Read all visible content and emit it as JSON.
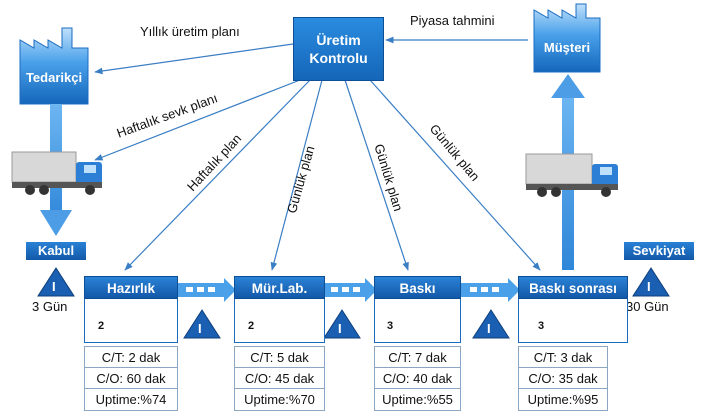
{
  "control": {
    "line1": "Üretim",
    "line2": "Kontrolu"
  },
  "supplier": {
    "label": "Tedarikçi"
  },
  "customer": {
    "label": "Müşteri"
  },
  "flows": {
    "annual_plan": "Yıllık üretim planı",
    "market_forecast": "Piyasa tahmini",
    "weekly_shipping_plan": "Haftalık sevk planı",
    "weekly_plan": "Haftalık plan",
    "daily_plan_1": "Günlük plan",
    "daily_plan_2": "Günlük plan",
    "daily_plan_3": "Günlük plan"
  },
  "receiving": {
    "label": "Kabul",
    "inventory_symbol": "I",
    "days": "3 Gün"
  },
  "shipping": {
    "label": "Sevkiyat",
    "inventory_symbol": "I",
    "days": "30 Gün"
  },
  "inventory_symbol": "I",
  "processes": [
    {
      "name": "Hazırlık",
      "operators": "2",
      "ct": "C/T: 2 dak",
      "co": "C/O: 60 dak",
      "uptime": "Uptime:%74"
    },
    {
      "name": "Mür.Lab.",
      "operators": "2",
      "ct": "C/T: 5 dak",
      "co": "C/O: 45 dak",
      "uptime": "Uptime:%70"
    },
    {
      "name": "Baskı",
      "operators": "3",
      "ct": "C/T: 7 dak",
      "co": "C/O: 40 dak",
      "uptime": "Uptime:%55"
    },
    {
      "name": "Baskı sonrası",
      "operators": "3",
      "ct": "C/T: 3 dak",
      "co": "C/O: 35 dak",
      "uptime": "Uptime:%95"
    }
  ],
  "colors": {
    "primary": "#1b6cc0",
    "light_blue": "#58a8ee",
    "dark_blue": "#0d4f96"
  }
}
